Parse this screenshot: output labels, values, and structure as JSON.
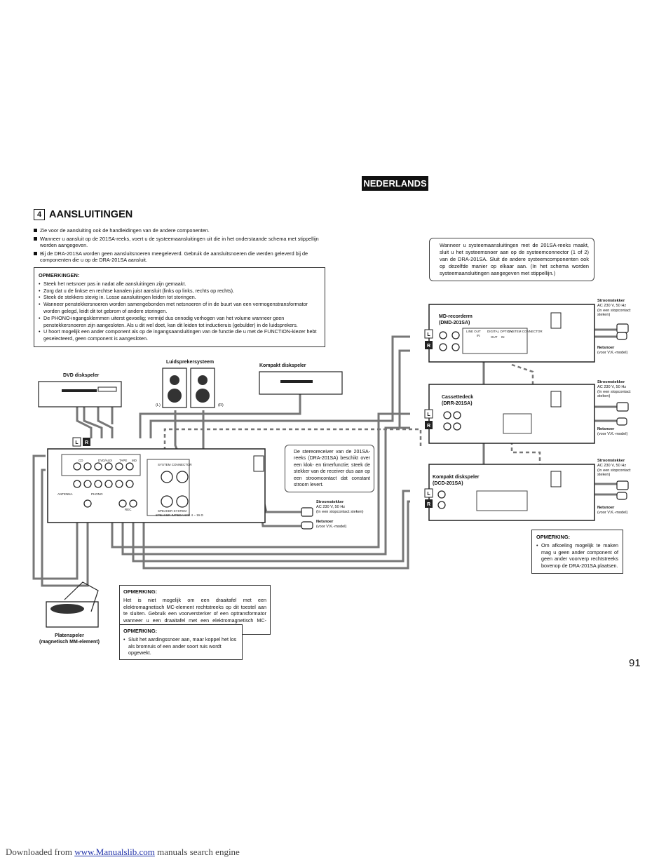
{
  "language_badge": "NEDERLANDS",
  "section": {
    "number": "4",
    "title": "AANSLUITINGEN"
  },
  "intro_bullets": [
    "Zie voor de aansluiting ook de handleidingen van de andere componenten.",
    "Wanneer u aansluit op de 201SA-reeks, voert u de systeemaansluitingen uit die in het onderstaande schema met stippellijn worden aangegeven.",
    "Bij de DRA-201SA worden geen aansluitsnoeren meegeleverd. Gebruik de aansluitsnoeren die werden geleverd bij de componenten die u op de DRA-201SA aansluit."
  ],
  "remarks_box": {
    "title": "OPMERKINGEN:",
    "items": [
      "Steek het netsnoer pas in nadat alle aansluitingen zijn gemaakt.",
      "Zorg dat u de linkse en rechtse kanalen juist aansluit (links op links, rechts op rechts).",
      "Steek de stekkers stevig in. Losse aansluitingen leiden tot storingen.",
      "Wanneer penstekkersnoeren worden samengebonden met netsnoeren of in de buurt van een vermogenstransformator worden gelegd, leidt dit tot gebrom of andere storingen.",
      "De PHONO-ingangsklemmen uiterst gevoelig; vermijd dus onnodig verhogen van het volume wanneer geen penstekkersnoeren zijn aangesloten. Als u dit wel doet, kan dit leiden tot inductieruis (gebulder) in de luidsprekers.",
      "U hoort mogelijk een ander component als op de ingangsaansluitingen van de functie die u met de FUNCTION-kiezer hebt geselecteerd, geen component is aangesloten."
    ]
  },
  "system_note": "Wanneer u systeemaansluitingen met de 201SA-reeks maakt, sluit u het systeemsnoer aan op de systeemconnector (1 of 2) van de DRA-201SA. Sluit de andere systeemcomponenten ook op dezelfde manier op elkaar aan. (In het schema worden systeemaansluitingen aangegeven met stippellijn.)",
  "receiver_note": "De stereoreceiver van de 201SA-reeks (DRA-201SA) beschikt over een klok- en timerfunctie; steek de stekker van de receiver dus aan op een stroomcontact dat constant stroom levert.",
  "diagram": {
    "dvd_player": "DVD diskspeler",
    "speakers": "Luidsprekersysteem",
    "speaker_left": "(L)",
    "speaker_right": "(R)",
    "cd_player_top": "Kompakt diskspeler",
    "md_recorder": "MD-recorderm",
    "md_model": "(DMD-201SA)",
    "cassette": "Cassettedeck",
    "cassette_model": "(DRR-201SA)",
    "cd_unit": "Kompakt diskspeler",
    "cd_model": "(DCD-201SA)",
    "turntable": "Platenspeler",
    "turntable_sub": "(magnetisch MM-element)",
    "plug_title": "Stroomstekker",
    "plug_spec": "AC 230 V, 50 Hz",
    "plug_note": "(In een stopcontact steken)",
    "cord_title": "Netsnoer",
    "cord_note": "(voor V.K.-model)",
    "jack_L": "L",
    "jack_R": "R",
    "rear_labels": [
      "CD",
      "DVD/AUX",
      "TAPE",
      "MD",
      "PHONO",
      "REC",
      "ANTENNA",
      "SYSTEM CONNECTOR",
      "SPEAKER SYSTEM",
      "SPEAKER IMPEDANCE 4 ~ 16 Ω"
    ],
    "md_panel_labels": [
      "LINE OUT",
      "IN",
      "DIGITAL OPTICAL",
      "OUT",
      "IN",
      "SYSTEM CONNECTOR"
    ]
  },
  "remark_right": {
    "title": "OPMERKING:",
    "text": "Om afkoeling mogelijk te maken mag u geen ander component of geen ander voorverp rechtstreeks bovenop de DRA-201SA plaatsen."
  },
  "remark_phono": {
    "title": "OPMERKING:",
    "text": "Het is niet mogelijk om een draaitafel met een elektromagnetisch MC-element rechtstreeks op dit toestel aan te sluiten. Gebruik een voorversterker of een optransformator wanneer u een draaitafel met een elektromagnetisch MC-element heeft."
  },
  "remark_ground": {
    "title": "OPMERKING:",
    "text": "Sluit het aardingssnoer aan, maar koppel het los als bromruis of een ander soort ruis wordt opgewekt."
  },
  "page_number": "91",
  "footer": {
    "prefix": "Downloaded from ",
    "link": "www.Manualslib.com",
    "suffix": " manuals search engine"
  }
}
